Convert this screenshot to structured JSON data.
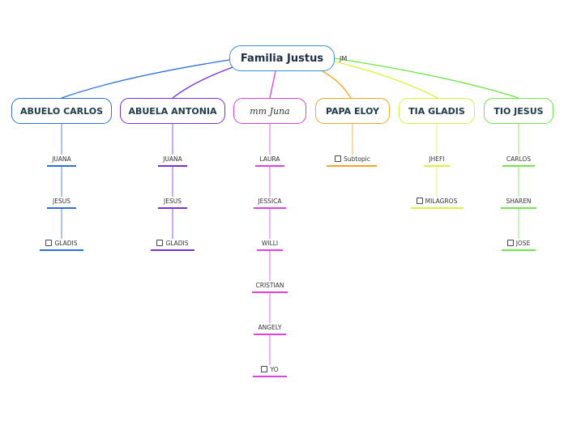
{
  "root": {
    "title": "Familia Justus",
    "note": "JM"
  },
  "colors": {
    "carlos": "#2a6fdb",
    "antonia": "#7b2fd6",
    "center": "#e040e0",
    "eloy": "#f5a623",
    "gladis": "#d9f23a",
    "jesus": "#6ee646"
  },
  "branches": [
    {
      "label": "ABUELO CARLOS",
      "children": [
        {
          "label": "JUANA",
          "checkbox": false
        },
        {
          "label": "JESUS",
          "checkbox": false
        },
        {
          "label": "GLADIS",
          "checkbox": true
        }
      ]
    },
    {
      "label": "ABUELA ANTONIA",
      "children": [
        {
          "label": "JUANA",
          "checkbox": false
        },
        {
          "label": "JESUS",
          "checkbox": false
        },
        {
          "label": "GLADIS",
          "checkbox": true
        }
      ]
    },
    {
      "label": "mm Juna",
      "children": [
        {
          "label": "LAURA",
          "checkbox": false
        },
        {
          "label": "JESSICA",
          "checkbox": false
        },
        {
          "label": "WILLI",
          "checkbox": false
        },
        {
          "label": "CRISTIAN",
          "checkbox": false
        },
        {
          "label": "ANGELY",
          "checkbox": false
        },
        {
          "label": "YO",
          "checkbox": true
        }
      ]
    },
    {
      "label": "PAPA ELOY",
      "children": [
        {
          "label": "Subtopic",
          "checkbox": true
        }
      ]
    },
    {
      "label": "TIA GLADIS",
      "children": [
        {
          "label": "JHEFI",
          "checkbox": false
        },
        {
          "label": "MILAGROS",
          "checkbox": true
        }
      ]
    },
    {
      "label": "TIO JESUS",
      "children": [
        {
          "label": "CARLOS",
          "checkbox": false
        },
        {
          "label": "SHAREN",
          "checkbox": false
        },
        {
          "label": "JOSE",
          "checkbox": true
        }
      ]
    }
  ]
}
